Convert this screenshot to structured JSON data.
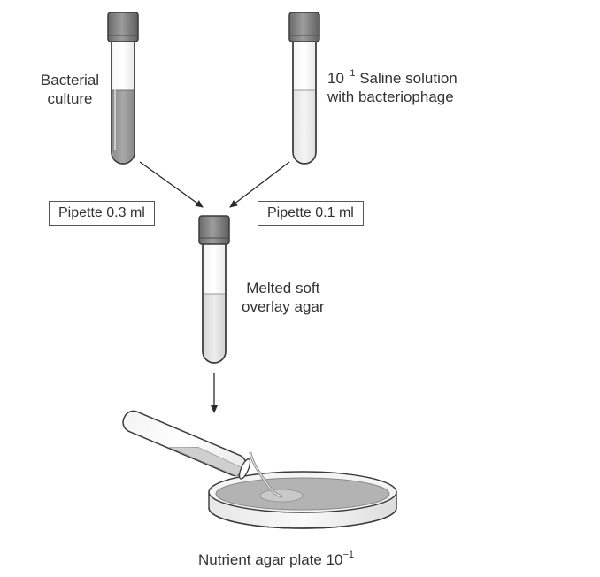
{
  "labels": {
    "bacterial_culture_line1": "Bacterial",
    "bacterial_culture_line2": "culture",
    "saline_base": "10",
    "saline_exponent": "−1",
    "saline_line1_rest": " Saline solution",
    "saline_line2": "with bacteriophage",
    "pipette_left": "Pipette 0.3 ml",
    "pipette_right": "Pipette 0.1 ml",
    "soft_agar_line1": "Melted soft",
    "soft_agar_line2": "overlay agar",
    "plate_base": "Nutrient agar plate 10",
    "plate_exponent": "−1"
  },
  "colors": {
    "cap": "#7a7a7a",
    "tube_outline": "#3a3a3a",
    "bacterial_fill": "#9a9a9a",
    "saline_fill": "#ececec",
    "agar_fill": "#e2e2e2",
    "plate_agar": "#b0b0b0"
  }
}
